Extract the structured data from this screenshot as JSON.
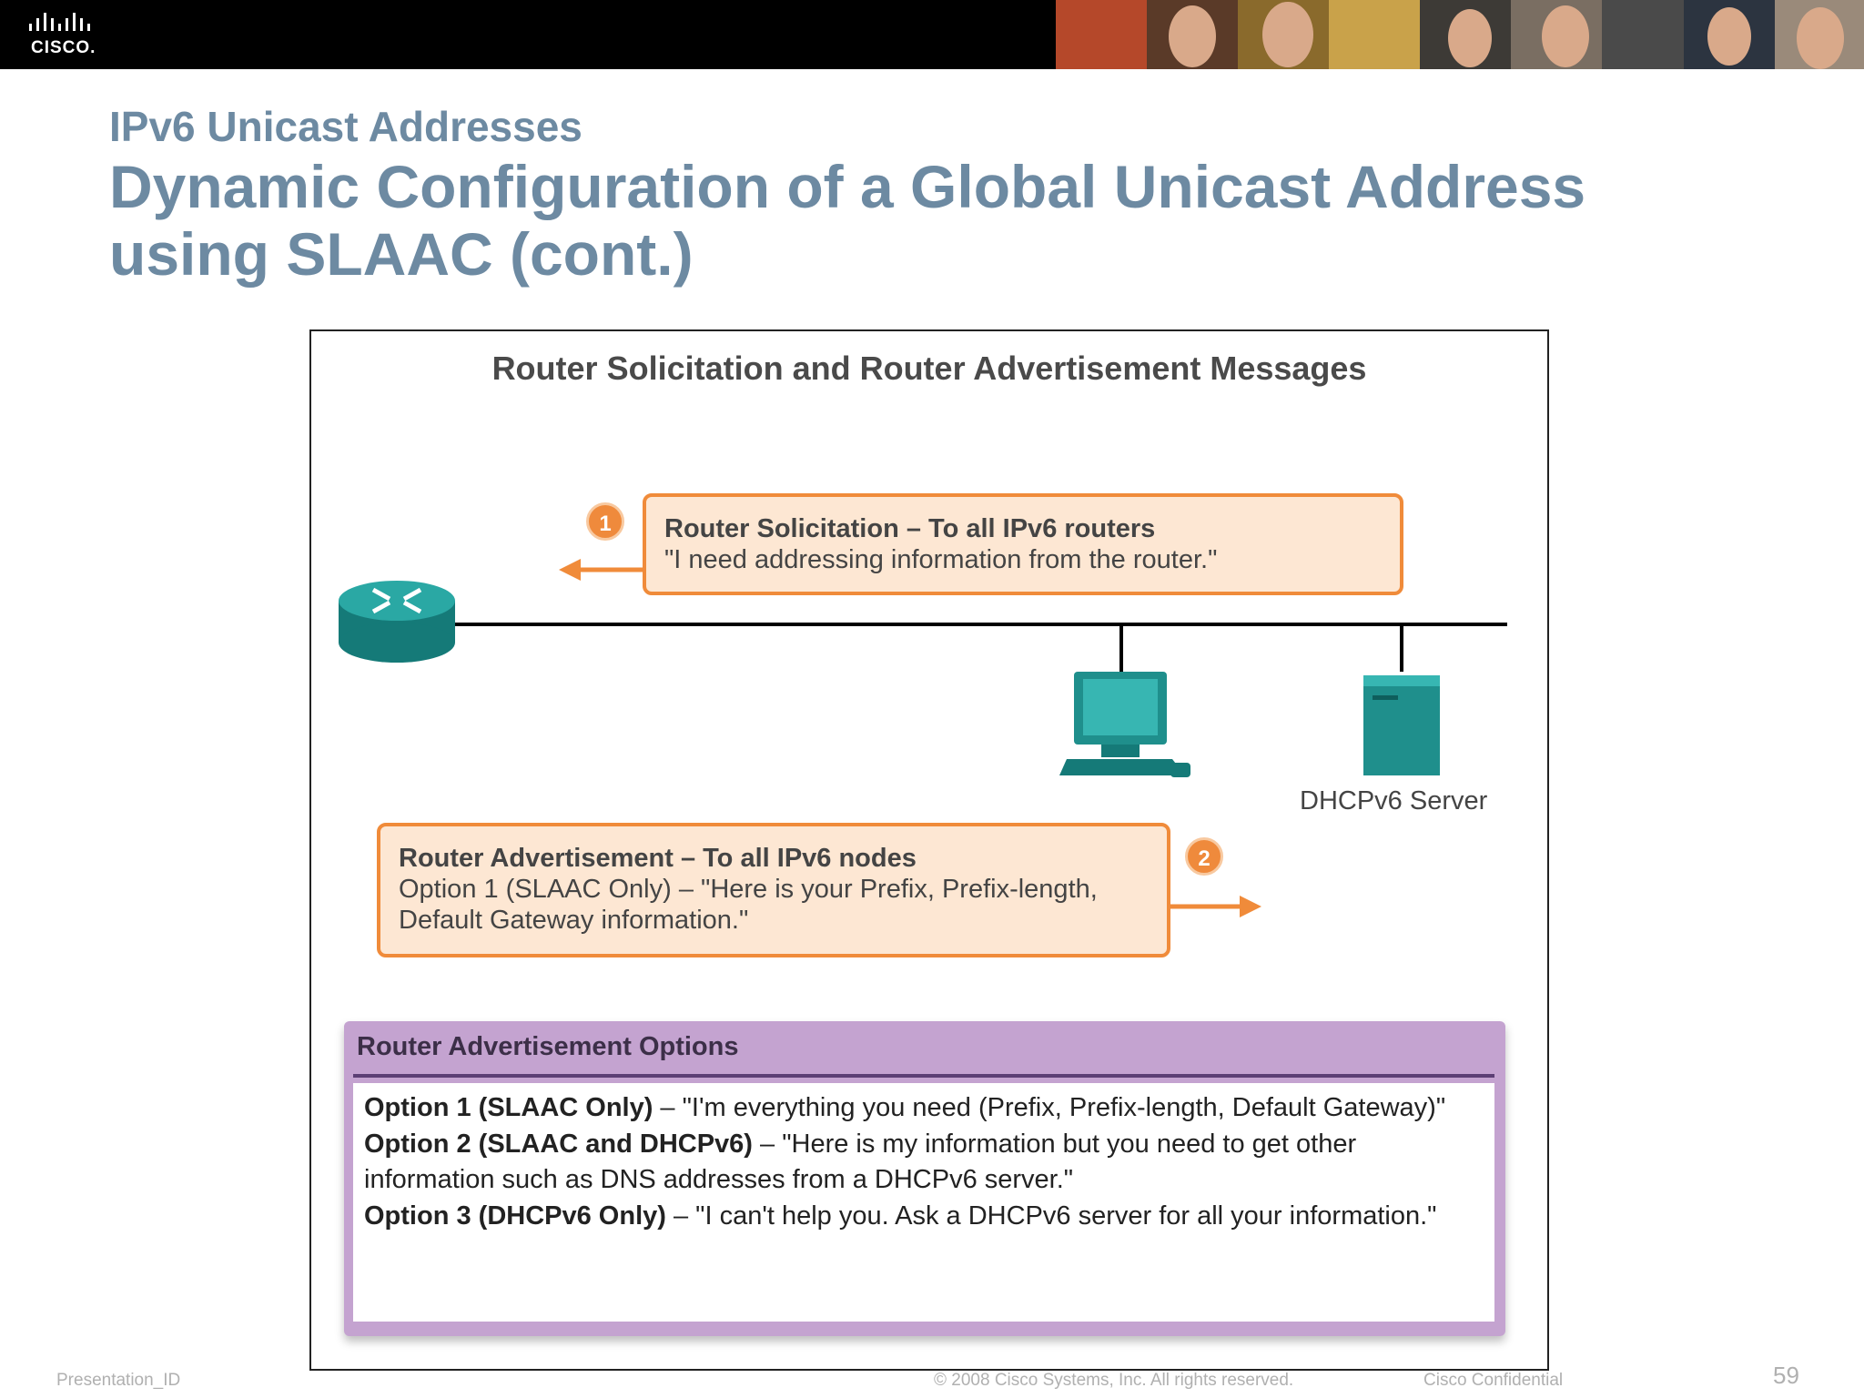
{
  "header": {
    "logo_text": "CISCO."
  },
  "slide": {
    "section_title": "IPv6 Unicast Addresses",
    "main_title": "Dynamic Configuration of a Global Unicast Address using SLAAC (cont.)"
  },
  "diagram": {
    "title": "Router Solicitation and Router Advertisement Messages",
    "rs": {
      "badge": "1",
      "heading": "Router Solicitation – To all IPv6 routers",
      "text": "\"I need addressing information from the router.\""
    },
    "ra": {
      "badge": "2",
      "heading": "Router Advertisement – To all IPv6 nodes",
      "text": "Option 1 (SLAAC Only) – \"Here is your Prefix, Prefix-length, Default Gateway information.\""
    },
    "server_label": "DHCPv6 Server",
    "options": {
      "title": "Router Advertisement Options",
      "items": [
        {
          "head": "Option 1 (SLAAC Only)",
          "text": " – \"I'm everything you need (Prefix, Prefix-length, Default Gateway)\""
        },
        {
          "head": "Option 2 (SLAAC and DHCPv6)",
          "text": " – \"Here is my information but you need to get other information such as DNS addresses from a DHCPv6 server.\""
        },
        {
          "head": "Option 3 (DHCPv6 Only)",
          "text": " – \"I can't help you. Ask a DHCPv6 server for all your information.\""
        }
      ]
    }
  },
  "footer": {
    "presentation_id": "Presentation_ID",
    "copyright": "© 2008 Cisco Systems, Inc. All rights reserved.",
    "confidential": "Cisco Confidential",
    "page_number": "59"
  },
  "colors": {
    "title_blue": "#6d8aa2",
    "message_orange": "#f08b3a",
    "message_fill": "#fde7d3",
    "options_purple": "#c4a3d0",
    "device_teal": "#1f8f8c"
  }
}
